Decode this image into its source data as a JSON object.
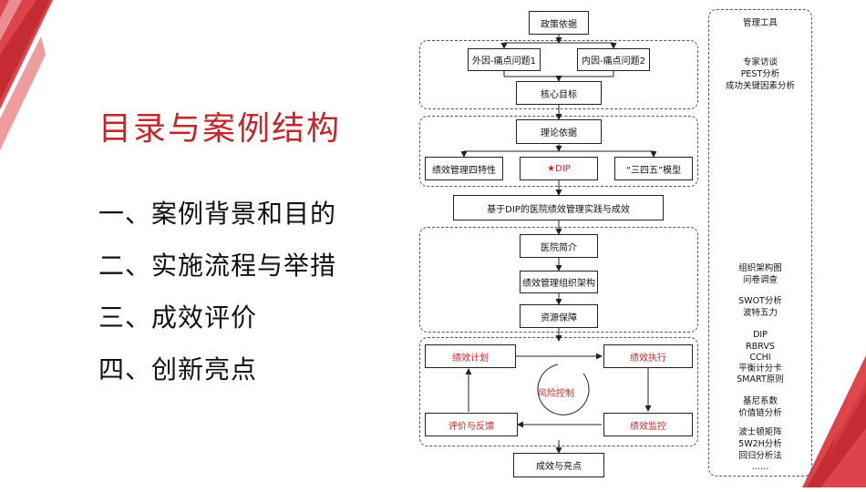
{
  "title": "目录与案例结构",
  "toc": [
    "一、案例背景和目的",
    "二、实施流程与举措",
    "三、成效评价",
    "四、创新亮点"
  ],
  "flow": {
    "policy": "政策依据",
    "external": "外因-痛点问题1",
    "internal": "内因-痛点问题2",
    "core_goal": "核心目标",
    "theory": "理论依据",
    "four_traits": "绩效管理四特性",
    "dip": "★DIP",
    "model": "“三四五”模型",
    "practice": "基于DIP的医院绩效管理实践与成效",
    "hospital_intro": "医院简介",
    "org_structure": "绩效管理组织架构",
    "resources": "资源保障",
    "plan": "绩效计划",
    "execute": "绩效执行",
    "risk": "风险控制",
    "feedback": "评价与反馈",
    "monitor": "绩效监控",
    "results": "成效与亮点"
  },
  "tools": {
    "heading": "管理工具",
    "group1": [
      "专家访谈",
      "PEST分析",
      "成功关键因素分析"
    ],
    "group2": [
      "组织架构图",
      "问卷调查"
    ],
    "group3": [
      "SWOT分析",
      "波特五力"
    ],
    "group4": [
      "DIP",
      "RBRVS",
      "CCHI",
      "平衡计分卡",
      "SMART原则"
    ],
    "group5": [
      "基尼系数",
      "价值链分析"
    ],
    "group6": [
      "波士顿矩阵",
      "5W2H分析",
      "回归分析法",
      "……"
    ]
  },
  "colors": {
    "accent": "#c0282d",
    "deco": "#d7222a"
  }
}
